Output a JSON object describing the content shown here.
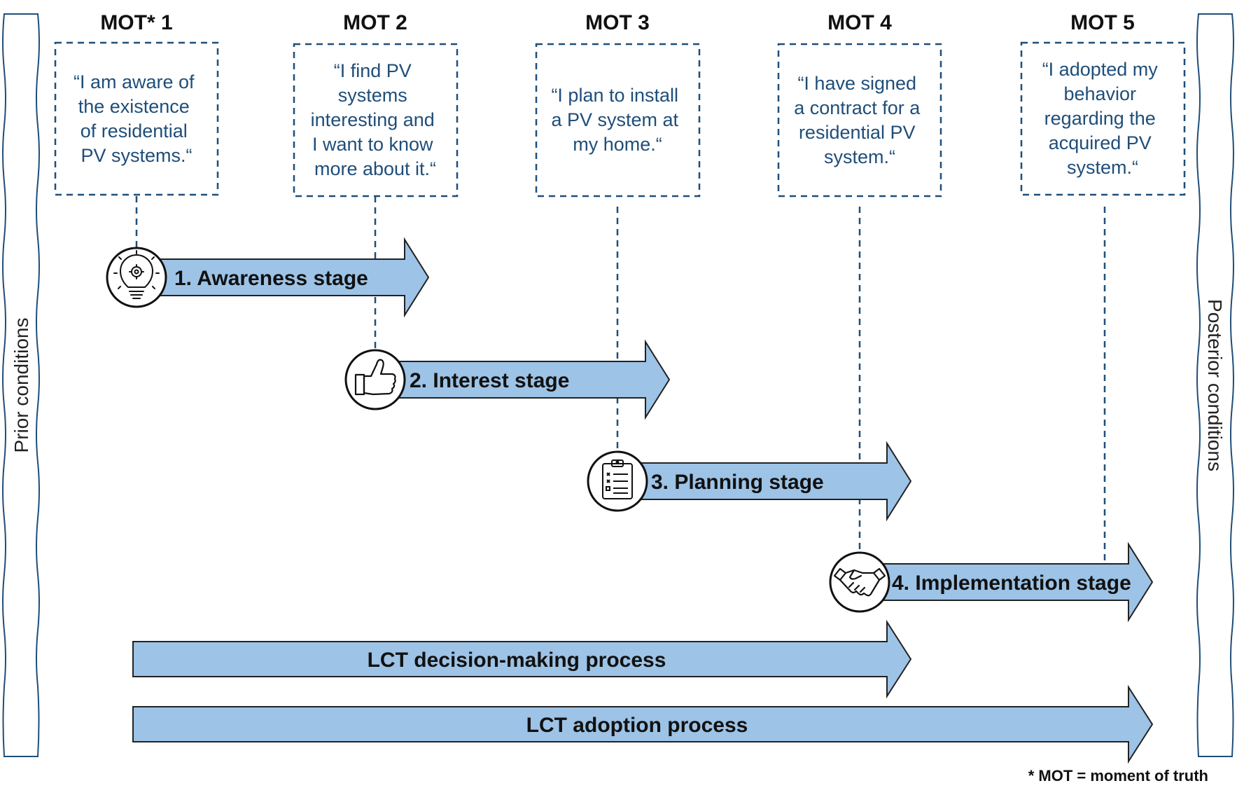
{
  "sides": {
    "prior": "Prior conditions",
    "posterior": "Posterior conditions"
  },
  "mots": [
    {
      "title": "MOT* 1",
      "quote": [
        "“I am aware of",
        "the existence",
        "of residential",
        "PV systems.“"
      ]
    },
    {
      "title": "MOT 2",
      "quote": [
        "“I find PV",
        "systems",
        "interesting and",
        "I want to know",
        "more about it.“"
      ]
    },
    {
      "title": "MOT 3",
      "quote": [
        "“I plan to install",
        "a PV system at",
        "my home.“"
      ]
    },
    {
      "title": "MOT 4",
      "quote": [
        "“I have signed",
        "a contract for a",
        "residential PV",
        "system.“"
      ]
    },
    {
      "title": "MOT 5",
      "quote": [
        "“I adopted my",
        "behavior",
        "regarding the",
        "acquired PV",
        "system.“"
      ]
    }
  ],
  "stages": [
    {
      "label": "1. Awareness stage",
      "icon": "lightbulb-gear-icon"
    },
    {
      "label": "2. Interest stage",
      "icon": "thumbs-up-icon"
    },
    {
      "label": "3. Planning stage",
      "icon": "clipboard-checklist-icon"
    },
    {
      "label": "4. Implementation stage",
      "icon": "handshake-icon"
    }
  ],
  "processes": [
    {
      "label": "LCT decision-making process"
    },
    {
      "label": "LCT adoption process"
    }
  ],
  "footnote": "* MOT = moment of truth",
  "colors": {
    "arrow_fill": "#9dc3e6",
    "arrow_stroke": "#222222",
    "quote_text": "#1f4e79",
    "dashed_line": "#1f4e79"
  }
}
